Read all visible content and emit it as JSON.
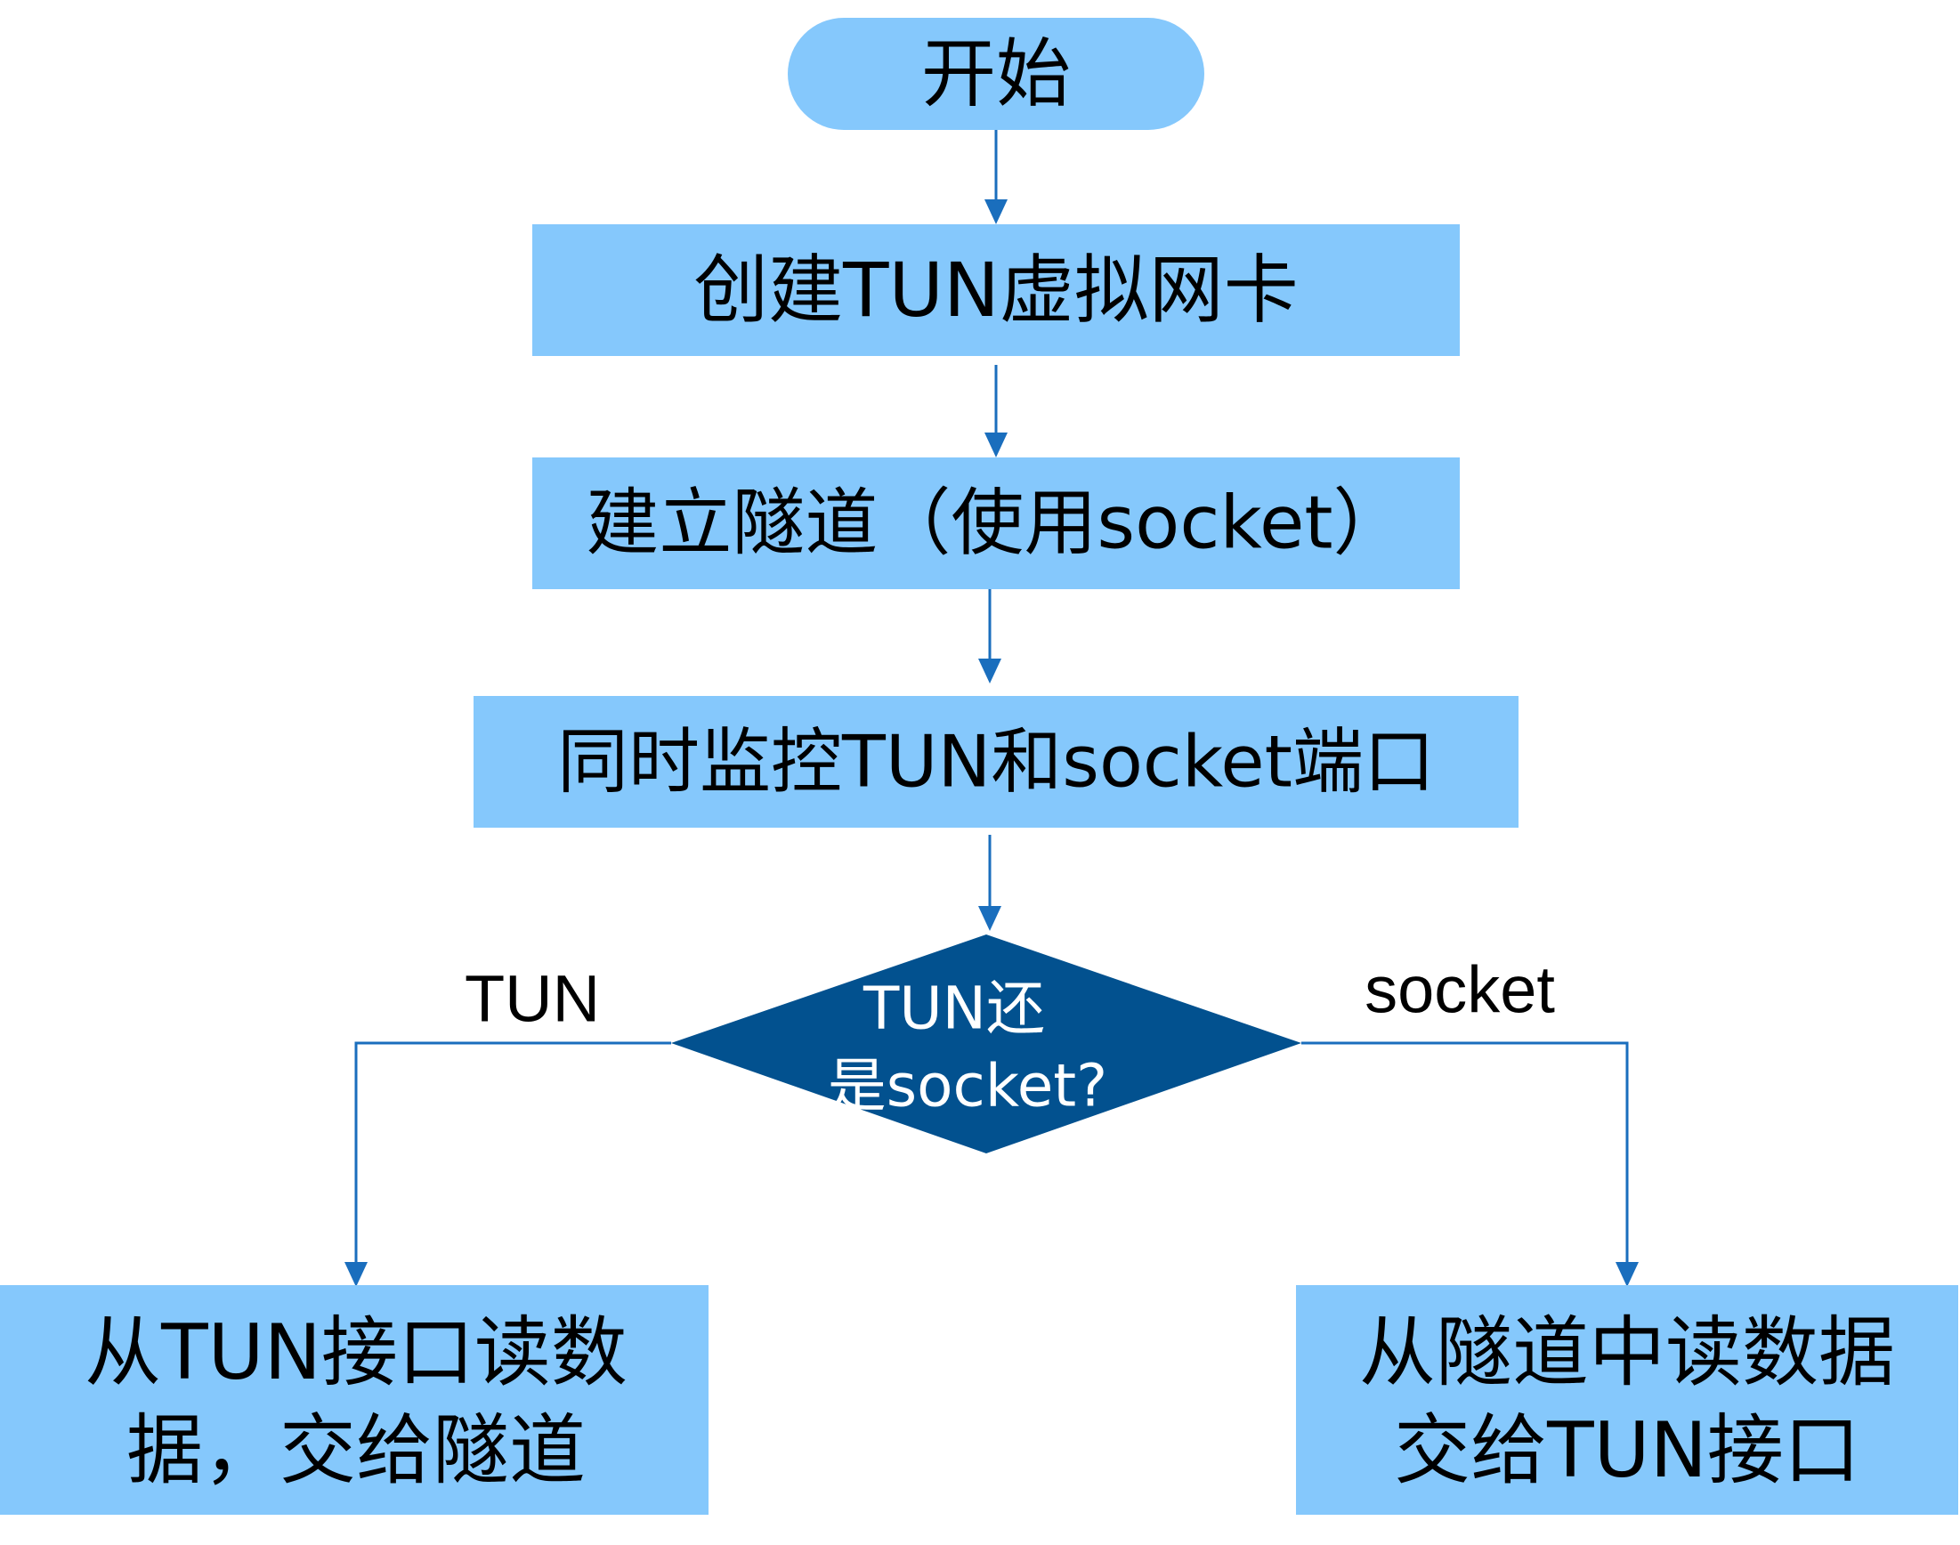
{
  "nodes": {
    "start": "开始",
    "create_tun": "创建TUN虚拟网卡",
    "build_tunnel": "建立隧道（使用socket）",
    "monitor": "同时监控TUN和socket端口",
    "decision_line1": "TUN还",
    "decision_line2": "是socket?",
    "read_tun_line1": "从TUN接口读数",
    "read_tun_line2": "据，交给隧道",
    "read_tunnel_line1": "从隧道中读数据",
    "read_tunnel_line2": "交给TUN接口"
  },
  "edges": {
    "tun_label": "TUN",
    "socket_label": "socket"
  },
  "colors": {
    "node_fill": "#85C8FC",
    "decision_fill": "#02518F",
    "connector": "#1A6EBD"
  }
}
